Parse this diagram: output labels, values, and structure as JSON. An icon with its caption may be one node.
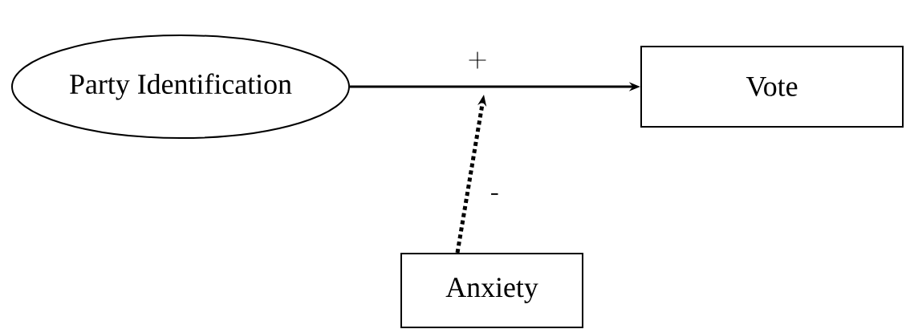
{
  "diagram": {
    "nodes": [
      {
        "text": [
          "Party Identification"
        ]
      },
      {
        "text": [
          "Vote"
        ]
      },
      {
        "text": [
          "Anxiety"
        ]
      }
    ],
    "edges": [
      {
        "from": 0,
        "to": 1,
        "arrow": "to",
        "label": "+"
      },
      {
        "from": 2,
        "to": null,
        "arrow": "to",
        "label": "-",
        "style": "dashed"
      }
    ]
  }
}
